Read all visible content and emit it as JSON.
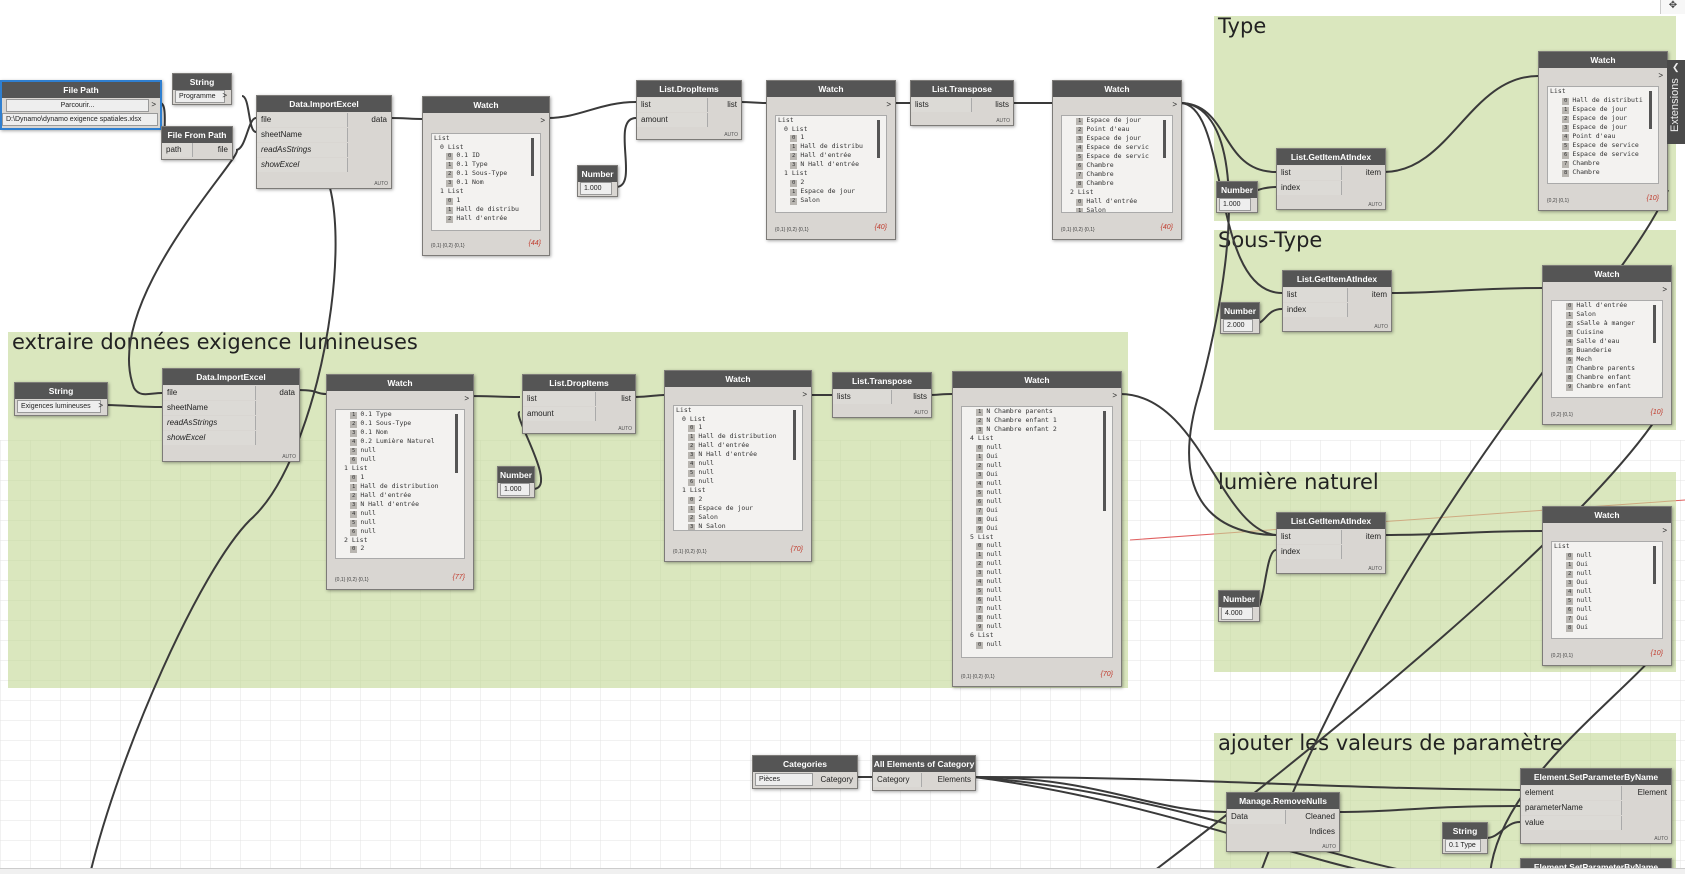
{
  "groups": {
    "type": "Type",
    "sous_type": "Sous-Type",
    "extraire": "extraire données exigence lumineuses",
    "lumiere": "lumière naturel",
    "ajouter": "ajouter les valeurs de paramètre"
  },
  "common": {
    "auto": "AUTO",
    "out_arrow": ">",
    "list_footer": "{0,1} {0,2} {0,1}",
    "list_footer_short": "{0,2} {0,1}"
  },
  "nodes": {
    "file_path": {
      "title": "File Path",
      "button": "Parcourir...",
      "path": "D:\\Dynamo\\dynamo exigence spatiales.xlsx"
    },
    "string1": {
      "title": "String",
      "value": "Programme"
    },
    "file_from_path": {
      "title": "File From Path",
      "in": "path",
      "out": "file"
    },
    "import1": {
      "title": "Data.ImportExcel",
      "in1": "file",
      "in2": "sheetName",
      "in3": "readAsStrings",
      "in4": "showExcel",
      "out": "data"
    },
    "watch1": {
      "title": "Watch",
      "count": "{44}",
      "lines": [
        {
          "text": "List",
          "ind": 0
        },
        {
          "text": "0 List",
          "ind": 1
        },
        {
          "i": "0",
          "text": "0.1 ID",
          "ind": 2
        },
        {
          "i": "1",
          "text": "0.1 Type",
          "ind": 2
        },
        {
          "i": "2",
          "text": "0.1 Sous-Type",
          "ind": 2
        },
        {
          "i": "3",
          "text": "0.1 Nom",
          "ind": 2
        },
        {
          "text": "1 List",
          "ind": 1
        },
        {
          "i": "0",
          "text": "1",
          "ind": 2
        },
        {
          "i": "1",
          "text": "Hall de distribu",
          "ind": 2
        },
        {
          "i": "2",
          "text": "Hall d'entrée",
          "ind": 2
        }
      ]
    },
    "number1": {
      "title": "Number",
      "value": "1.000"
    },
    "dropitems1": {
      "title": "List.DropItems",
      "in1": "list",
      "in2": "amount",
      "out": "list"
    },
    "watch2": {
      "title": "Watch",
      "count": "{40}",
      "lines": [
        {
          "text": "List",
          "ind": 0
        },
        {
          "text": "0 List",
          "ind": 1
        },
        {
          "i": "0",
          "text": "1",
          "ind": 2
        },
        {
          "i": "1",
          "text": "Hall de distribu",
          "ind": 2
        },
        {
          "i": "2",
          "text": "Hall d'entrée",
          "ind": 2
        },
        {
          "i": "3",
          "text": "N Hall d'entrée",
          "ind": 2
        },
        {
          "text": "1 List",
          "ind": 1
        },
        {
          "i": "0",
          "text": "2",
          "ind": 2
        },
        {
          "i": "1",
          "text": "Espace de jour",
          "ind": 2
        },
        {
          "i": "2",
          "text": "Salon",
          "ind": 2
        }
      ]
    },
    "transpose1": {
      "title": "List.Transpose",
      "in": "lists",
      "out": "lists"
    },
    "watch3": {
      "title": "Watch",
      "count": "{40}",
      "lines": [
        {
          "i": "1",
          "text": "Espace de jour",
          "ind": 2
        },
        {
          "i": "2",
          "text": "Point d'eau",
          "ind": 2
        },
        {
          "i": "3",
          "text": "Espace de jour",
          "ind": 2
        },
        {
          "i": "4",
          "text": "Espace de servic",
          "ind": 2
        },
        {
          "i": "5",
          "text": "Espace de servic",
          "ind": 2
        },
        {
          "i": "6",
          "text": "Chambre",
          "ind": 2
        },
        {
          "i": "7",
          "text": "Chambre",
          "ind": 2
        },
        {
          "i": "8",
          "text": "Chambre",
          "ind": 2
        },
        {
          "text": "2 List",
          "ind": 1
        },
        {
          "i": "0",
          "text": "Hall d'entrée",
          "ind": 2
        },
        {
          "i": "1",
          "text": "Salon",
          "ind": 2
        }
      ]
    },
    "string2": {
      "title": "String",
      "value": "Exigences lumineuses"
    },
    "import2": {
      "title": "Data.ImportExcel",
      "in1": "file",
      "in2": "sheetName",
      "in3": "readAsStrings",
      "in4": "showExcel",
      "out": "data"
    },
    "watch4": {
      "title": "Watch",
      "count": "{77}",
      "lines": [
        {
          "i": "1",
          "text": "0.1 Type",
          "ind": 2
        },
        {
          "i": "2",
          "text": "0.1 Sous-Type",
          "ind": 2
        },
        {
          "i": "3",
          "text": "0.1 Nom",
          "ind": 2
        },
        {
          "i": "4",
          "text": "0.2 Lumière Naturel",
          "ind": 2
        },
        {
          "i": "5",
          "text": "null",
          "ind": 2
        },
        {
          "i": "6",
          "text": "null",
          "ind": 2
        },
        {
          "text": "1 List",
          "ind": 1
        },
        {
          "i": "0",
          "text": "1",
          "ind": 2
        },
        {
          "i": "1",
          "text": "Hall de distribution",
          "ind": 2
        },
        {
          "i": "2",
          "text": "Hall d'entrée",
          "ind": 2
        },
        {
          "i": "3",
          "text": "N Hall d'entrée",
          "ind": 2
        },
        {
          "i": "4",
          "text": "null",
          "ind": 2
        },
        {
          "i": "5",
          "text": "null",
          "ind": 2
        },
        {
          "i": "6",
          "text": "null",
          "ind": 2
        },
        {
          "text": "2 List",
          "ind": 1
        },
        {
          "i": "0",
          "text": "2",
          "ind": 2
        }
      ]
    },
    "number2": {
      "title": "Number",
      "value": "1.000"
    },
    "dropitems2": {
      "title": "List.DropItems",
      "in1": "list",
      "in2": "amount",
      "out": "list"
    },
    "watch5": {
      "title": "Watch",
      "count": "{70}",
      "lines": [
        {
          "text": "List",
          "ind": 0
        },
        {
          "text": "0 List",
          "ind": 1
        },
        {
          "i": "0",
          "text": "1",
          "ind": 2
        },
        {
          "i": "1",
          "text": "Hall de distribution",
          "ind": 2
        },
        {
          "i": "2",
          "text": "Hall d'entrée",
          "ind": 2
        },
        {
          "i": "3",
          "text": "N Hall d'entrée",
          "ind": 2
        },
        {
          "i": "4",
          "text": "null",
          "ind": 2
        },
        {
          "i": "5",
          "text": "null",
          "ind": 2
        },
        {
          "i": "6",
          "text": "null",
          "ind": 2
        },
        {
          "text": "1 List",
          "ind": 1
        },
        {
          "i": "0",
          "text": "2",
          "ind": 2
        },
        {
          "i": "1",
          "text": "Espace de jour",
          "ind": 2
        },
        {
          "i": "2",
          "text": "Salon",
          "ind": 2
        },
        {
          "i": "3",
          "text": "N Salon",
          "ind": 2
        }
      ]
    },
    "transpose2": {
      "title": "List.Transpose",
      "in": "lists",
      "out": "lists"
    },
    "watch6": {
      "title": "Watch",
      "count": "{70}",
      "lines": [
        {
          "i": "1",
          "text": "N Chambre parents",
          "ind": 2
        },
        {
          "i": "2",
          "text": "N Chambre enfant 1",
          "ind": 2
        },
        {
          "i": "3",
          "text": "N Chambre enfant 2",
          "ind": 2
        },
        {
          "text": "4 List",
          "ind": 1
        },
        {
          "i": "0",
          "text": "null",
          "ind": 2
        },
        {
          "i": "1",
          "text": "Oui",
          "ind": 2
        },
        {
          "i": "2",
          "text": "null",
          "ind": 2
        },
        {
          "i": "3",
          "text": "Oui",
          "ind": 2
        },
        {
          "i": "4",
          "text": "null",
          "ind": 2
        },
        {
          "i": "5",
          "text": "null",
          "ind": 2
        },
        {
          "i": "6",
          "text": "null",
          "ind": 2
        },
        {
          "i": "7",
          "text": "Oui",
          "ind": 2
        },
        {
          "i": "8",
          "text": "Oui",
          "ind": 2
        },
        {
          "i": "9",
          "text": "Oui",
          "ind": 2
        },
        {
          "text": "5 List",
          "ind": 1
        },
        {
          "i": "0",
          "text": "null",
          "ind": 2
        },
        {
          "i": "1",
          "text": "null",
          "ind": 2
        },
        {
          "i": "2",
          "text": "null",
          "ind": 2
        },
        {
          "i": "3",
          "text": "null",
          "ind": 2
        },
        {
          "i": "4",
          "text": "null",
          "ind": 2
        },
        {
          "i": "5",
          "text": "null",
          "ind": 2
        },
        {
          "i": "6",
          "text": "null",
          "ind": 2
        },
        {
          "i": "7",
          "text": "null",
          "ind": 2
        },
        {
          "i": "8",
          "text": "null",
          "ind": 2
        },
        {
          "i": "9",
          "text": "null",
          "ind": 2
        },
        {
          "text": "6 List",
          "ind": 1
        },
        {
          "i": "0",
          "text": "null",
          "ind": 2
        }
      ]
    },
    "number3": {
      "title": "Number",
      "value": "1.000"
    },
    "getitem1": {
      "title": "List.GetItemAtIndex",
      "in1": "list",
      "in2": "index",
      "out": "item"
    },
    "watch7": {
      "title": "Watch",
      "count": "{10}",
      "lines": [
        {
          "text": "List",
          "ind": 0
        },
        {
          "i": "0",
          "text": "Hall de distributi",
          "ind": 2
        },
        {
          "i": "1",
          "text": "Espace de jour",
          "ind": 2
        },
        {
          "i": "2",
          "text": "Espace de jour",
          "ind": 2
        },
        {
          "i": "3",
          "text": "Espace de jour",
          "ind": 2
        },
        {
          "i": "4",
          "text": "Point d'eau",
          "ind": 2
        },
        {
          "i": "5",
          "text": "Espace de service",
          "ind": 2
        },
        {
          "i": "6",
          "text": "Espace de service",
          "ind": 2
        },
        {
          "i": "7",
          "text": "Chambre",
          "ind": 2
        },
        {
          "i": "8",
          "text": "Chambre",
          "ind": 2
        }
      ]
    },
    "number4": {
      "title": "Number",
      "value": "2.000"
    },
    "getitem2": {
      "title": "List.GetItemAtIndex",
      "in1": "list",
      "in2": "index",
      "out": "item"
    },
    "watch8": {
      "title": "Watch",
      "count": "{10}",
      "lines": [
        {
          "i": "0",
          "text": "Hall d'entrée",
          "ind": 2
        },
        {
          "i": "1",
          "text": "Salon",
          "ind": 2
        },
        {
          "i": "2",
          "text": "sSalle à manger",
          "ind": 2
        },
        {
          "i": "3",
          "text": "Cuisine",
          "ind": 2
        },
        {
          "i": "4",
          "text": "Salle d'eau",
          "ind": 2
        },
        {
          "i": "5",
          "text": "Buanderie",
          "ind": 2
        },
        {
          "i": "6",
          "text": "Mech",
          "ind": 2
        },
        {
          "i": "7",
          "text": "Chambre parents",
          "ind": 2
        },
        {
          "i": "8",
          "text": "Chambre enfant",
          "ind": 2
        },
        {
          "i": "9",
          "text": "Chambre enfant",
          "ind": 2
        }
      ]
    },
    "number5": {
      "title": "Number",
      "value": "4.000"
    },
    "getitem3": {
      "title": "List.GetItemAtIndex",
      "in1": "list",
      "in2": "index",
      "out": "item"
    },
    "watch9": {
      "title": "Watch",
      "count": "{10}",
      "lines": [
        {
          "text": "List",
          "ind": 0
        },
        {
          "i": "0",
          "text": "null",
          "ind": 2
        },
        {
          "i": "1",
          "text": "Oui",
          "ind": 2
        },
        {
          "i": "2",
          "text": "null",
          "ind": 2
        },
        {
          "i": "3",
          "text": "Oui",
          "ind": 2
        },
        {
          "i": "4",
          "text": "null",
          "ind": 2
        },
        {
          "i": "5",
          "text": "null",
          "ind": 2
        },
        {
          "i": "6",
          "text": "null",
          "ind": 2
        },
        {
          "i": "7",
          "text": "Oui",
          "ind": 2
        },
        {
          "i": "8",
          "text": "Oui",
          "ind": 2
        }
      ]
    },
    "categories": {
      "title": "Categories",
      "value": "Pièces",
      "out": "Category"
    },
    "all_elements": {
      "title": "All Elements of Category",
      "in": "Category",
      "out": "Elements"
    },
    "remove_nulls": {
      "title": "Manage.RemoveNulls",
      "in": "Data",
      "out1": "Cleaned",
      "out2": "Indices"
    },
    "string3": {
      "title": "String",
      "value": "0.1 Type"
    },
    "set_param1": {
      "title": "Element.SetParameterByName",
      "in1": "element",
      "in2": "parameterName",
      "in3": "value",
      "out": "Element"
    },
    "set_param2": {
      "title": "Element.SetParameterByName"
    }
  },
  "extensions": {
    "label": "Extensions"
  },
  "colors": {
    "group": "#c4d896",
    "node_header": "#555555",
    "node_body": "#d9d6d2",
    "wire": "#3a3a3a",
    "selection": "#2f7fd0",
    "count_red": "#c0392b"
  }
}
